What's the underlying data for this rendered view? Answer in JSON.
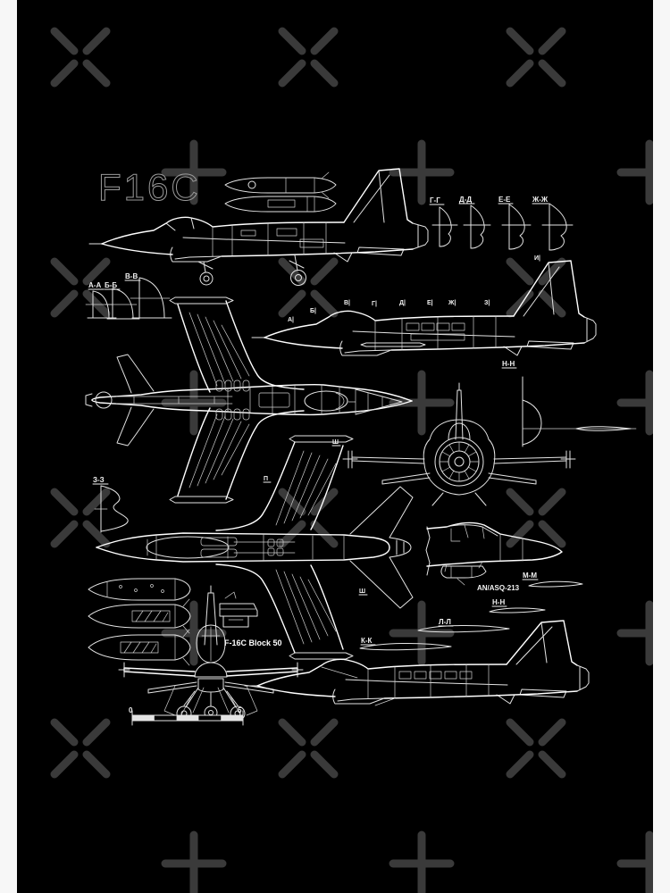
{
  "poster": {
    "title_logo": "F16C",
    "caption": "F-16C Block 50",
    "pod_label": "AN/ASQ-213",
    "scale_start": "0",
    "scale_end": "5"
  },
  "section_labels": {
    "aa": "А-А",
    "bb": "Б-Б",
    "vv": "В-В",
    "gg": "Г-Г",
    "dd": "Д-Д",
    "ee": "Е-Е",
    "zhzh": "Ж-Ж",
    "zz": "З-З",
    "kk": "К-К",
    "ll": "Л-Л",
    "mm": "М-М",
    "nn": "Н-Н",
    "nn_tail": "Н-Н",
    "p": "П",
    "sh_wing": "Ш",
    "sh_bottom": "Ш"
  },
  "station_marks": {
    "a": "А|",
    "b": "Б|",
    "v": "В|",
    "g": "Г|",
    "d": "Д|",
    "e": "Е|",
    "zh": "Ж|",
    "z": "З|",
    "i": "И|"
  },
  "colors": {
    "background": "#000000",
    "paper_edge": "#f7f7f7",
    "line": "#e4e4e4",
    "watermark": "#3a3a3a",
    "logo": "#9a9a9a"
  }
}
